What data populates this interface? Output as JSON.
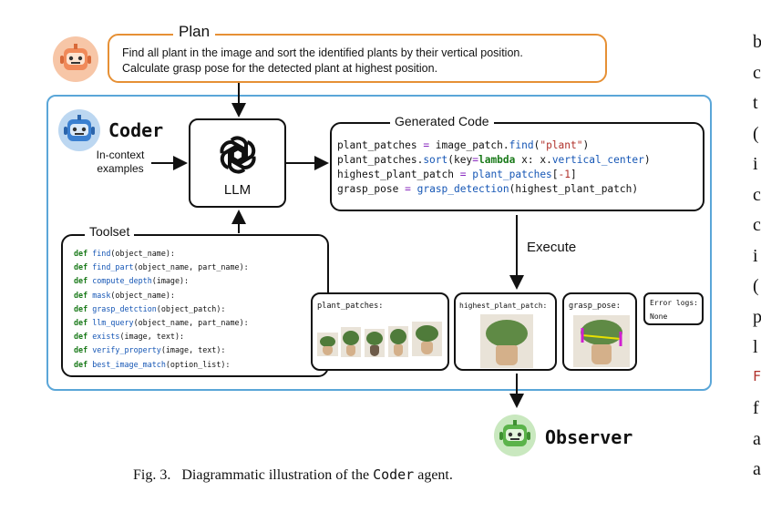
{
  "plan": {
    "title": "Plan",
    "lines": [
      "Find all plant in the image and sort the identified plants by their vertical position.",
      "Calculate grasp pose for the detected plant at highest position."
    ]
  },
  "coder": {
    "label": "Coder",
    "llm_label": "LLM",
    "in_context_label": [
      "In-context",
      "examples"
    ]
  },
  "generated_code": {
    "title": "Generated Code",
    "lines": [
      {
        "var": "plant_patches",
        "rhs": "image_patch.find(\"plant\")"
      },
      {
        "var": "plant_patches",
        "rhs": "sort(key=lambda x: x.vertical_center)"
      },
      {
        "var": "highest_plant_patch",
        "rhs": "plant_patches[-1]"
      },
      {
        "var": "grasp_pose",
        "rhs": "grasp_detection(highest_plant_patch)"
      }
    ]
  },
  "toolset": {
    "title": "Toolset",
    "tools": [
      {
        "name": "find",
        "args": "object_name"
      },
      {
        "name": "find_part",
        "args": "object_name, part_name"
      },
      {
        "name": "compute_depth",
        "args": "image"
      },
      {
        "name": "mask",
        "args": "object_name"
      },
      {
        "name": "grasp_detction",
        "args": "object_patch"
      },
      {
        "name": "llm_query",
        "args": "object_name, part_name"
      },
      {
        "name": "exists",
        "args": "image, text"
      },
      {
        "name": "verify_property",
        "args": "image, text"
      },
      {
        "name": "best_image_match",
        "args": "option_list"
      }
    ]
  },
  "execute_label": "Execute",
  "results": {
    "plant_patches": "plant_patches:",
    "highest_plant_patch": "highest_plant_patch:",
    "grasp_pose": "grasp_pose:",
    "error_logs": "Error logs:",
    "error_value": "None"
  },
  "observer": {
    "label": "Observer"
  },
  "caption": {
    "prefix": "Fig. 3.",
    "text": "Diagrammatic illustration of the",
    "mono": "Coder",
    "suffix": "agent."
  },
  "side_text": [
    "b",
    "c",
    "t",
    "(",
    "i",
    "c",
    "c",
    "i",
    "(",
    "p",
    "l",
    "F",
    "f",
    "a",
    "a"
  ],
  "colors": {
    "plan_border": "#e69035",
    "coder_border": "#5aa6d8",
    "keyword": "#1a7a1a",
    "function": "#1556b5",
    "robot_plan": "#f08a5a",
    "robot_coder": "#3a7fd0",
    "robot_observer": "#5bb34a"
  }
}
